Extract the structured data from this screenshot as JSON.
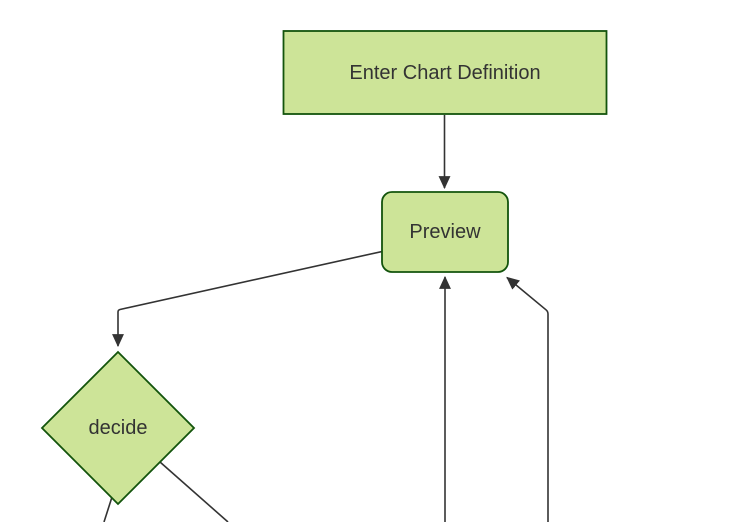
{
  "diagram": {
    "kind": "flowchart",
    "direction": "top-down",
    "background": "#ffffff",
    "colors": {
      "node_fill": "#cde498",
      "node_border": "#13540c",
      "edge_line": "#333333",
      "arrowhead": "#333333",
      "label_text": "#333333"
    },
    "nodes": {
      "enter_chart_definition": {
        "label": "Enter Chart Definition",
        "shape": "rectangle"
      },
      "preview": {
        "label": "Preview",
        "shape": "rounded-rectangle"
      },
      "decide": {
        "label": "decide",
        "shape": "diamond"
      }
    },
    "edges": [
      {
        "name": "enter-chart-definition-to-preview",
        "from": "enter_chart_definition",
        "to": "preview",
        "arrowhead": true
      },
      {
        "name": "preview-to-decide",
        "from": "preview",
        "to": "decide",
        "arrowhead": true
      },
      {
        "name": "offscreen-bottom-to-preview",
        "from": "offscreen-bottom",
        "to": "preview",
        "arrowhead": true
      },
      {
        "name": "offscreen-bottom-right-to-preview",
        "from": "offscreen-bottom-right",
        "to": "preview",
        "arrowhead": true
      },
      {
        "name": "decide-to-offscreen-bottom-left",
        "from": "decide",
        "to": "offscreen-bottom-left",
        "arrowhead": false
      },
      {
        "name": "decide-to-offscreen-bottom-right",
        "from": "decide",
        "to": "offscreen-bottom-right",
        "arrowhead": false
      }
    ]
  }
}
